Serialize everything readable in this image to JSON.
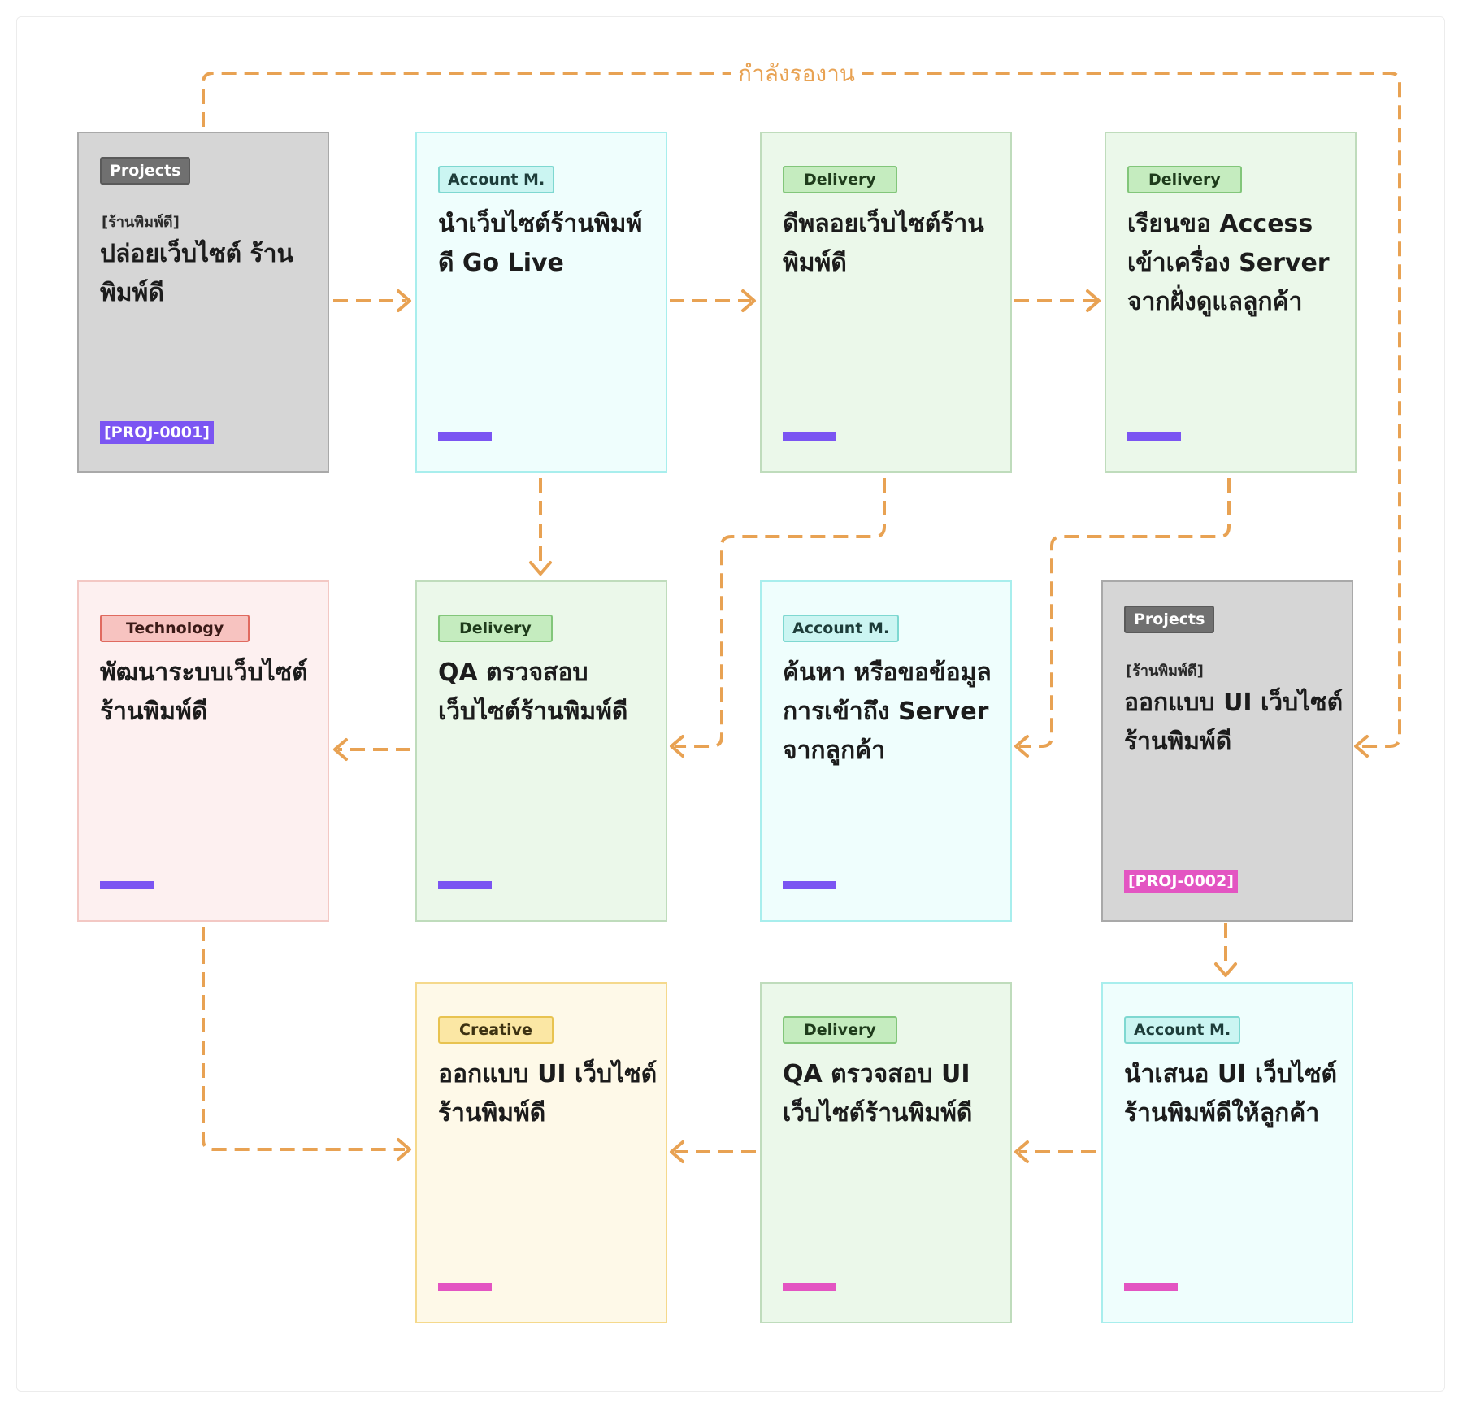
{
  "loop_label": "กำลังรองาน",
  "colors": {
    "arrow": "#e8a253",
    "marker_purple": "#7b55f2",
    "marker_pink": "#e355c2"
  },
  "cards": [
    {
      "id": "c1",
      "tag": "Projects",
      "sub": "[ร้านพิมพ์ดี]",
      "title": "ปล่อยเว็บไซต์ ร้านพิมพ์ดี",
      "code": "[PROJ-0001]",
      "marker": "purple"
    },
    {
      "id": "c2",
      "tag": "Account M.",
      "title": "นำเว็บไซต์ร้านพิมพ์ดี Go Live",
      "marker": "purple"
    },
    {
      "id": "c3",
      "tag": "Delivery",
      "title": "ดีพลอยเว็บไซต์ร้าน พิมพ์ดี",
      "marker": "purple"
    },
    {
      "id": "c4",
      "tag": "Delivery",
      "title": "เรียนขอ Access เข้าเครื่อง Server จากฝั่งดูแลลูกค้า",
      "marker": "purple"
    },
    {
      "id": "c5",
      "tag": "Technology",
      "title": "พัฒนาระบบเว็บไซต์ ร้านพิมพ์ดี",
      "marker": "purple"
    },
    {
      "id": "c6",
      "tag": "Delivery",
      "title": "QA ตรวจสอบ เว็บไซต์ร้านพิมพ์ดี",
      "marker": "purple"
    },
    {
      "id": "c7",
      "tag": "Account M.",
      "title": "ค้นหา หรือขอข้อมูล การเข้าถึง Server จากลูกค้า",
      "marker": "purple"
    },
    {
      "id": "c8",
      "tag": "Projects",
      "sub": "[ร้านพิมพ์ดี]",
      "title": "ออกแบบ UI เว็บไซต์ร้านพิมพ์ดี",
      "code": "[PROJ-0002]",
      "marker": "pink"
    },
    {
      "id": "c9",
      "tag": "Creative",
      "title": "ออกแบบ UI เว็บไซต์ร้านพิมพ์ดี",
      "marker": "pink"
    },
    {
      "id": "c10",
      "tag": "Delivery",
      "title": "QA ตรวจสอบ UI เว็บไซต์ร้านพิมพ์ดี",
      "marker": "pink"
    },
    {
      "id": "c11",
      "tag": "Account M.",
      "title": "นำเสนอ UI เว็บไซต์ ร้านพิมพ์ดีให้ลูกค้า",
      "marker": "pink"
    }
  ]
}
